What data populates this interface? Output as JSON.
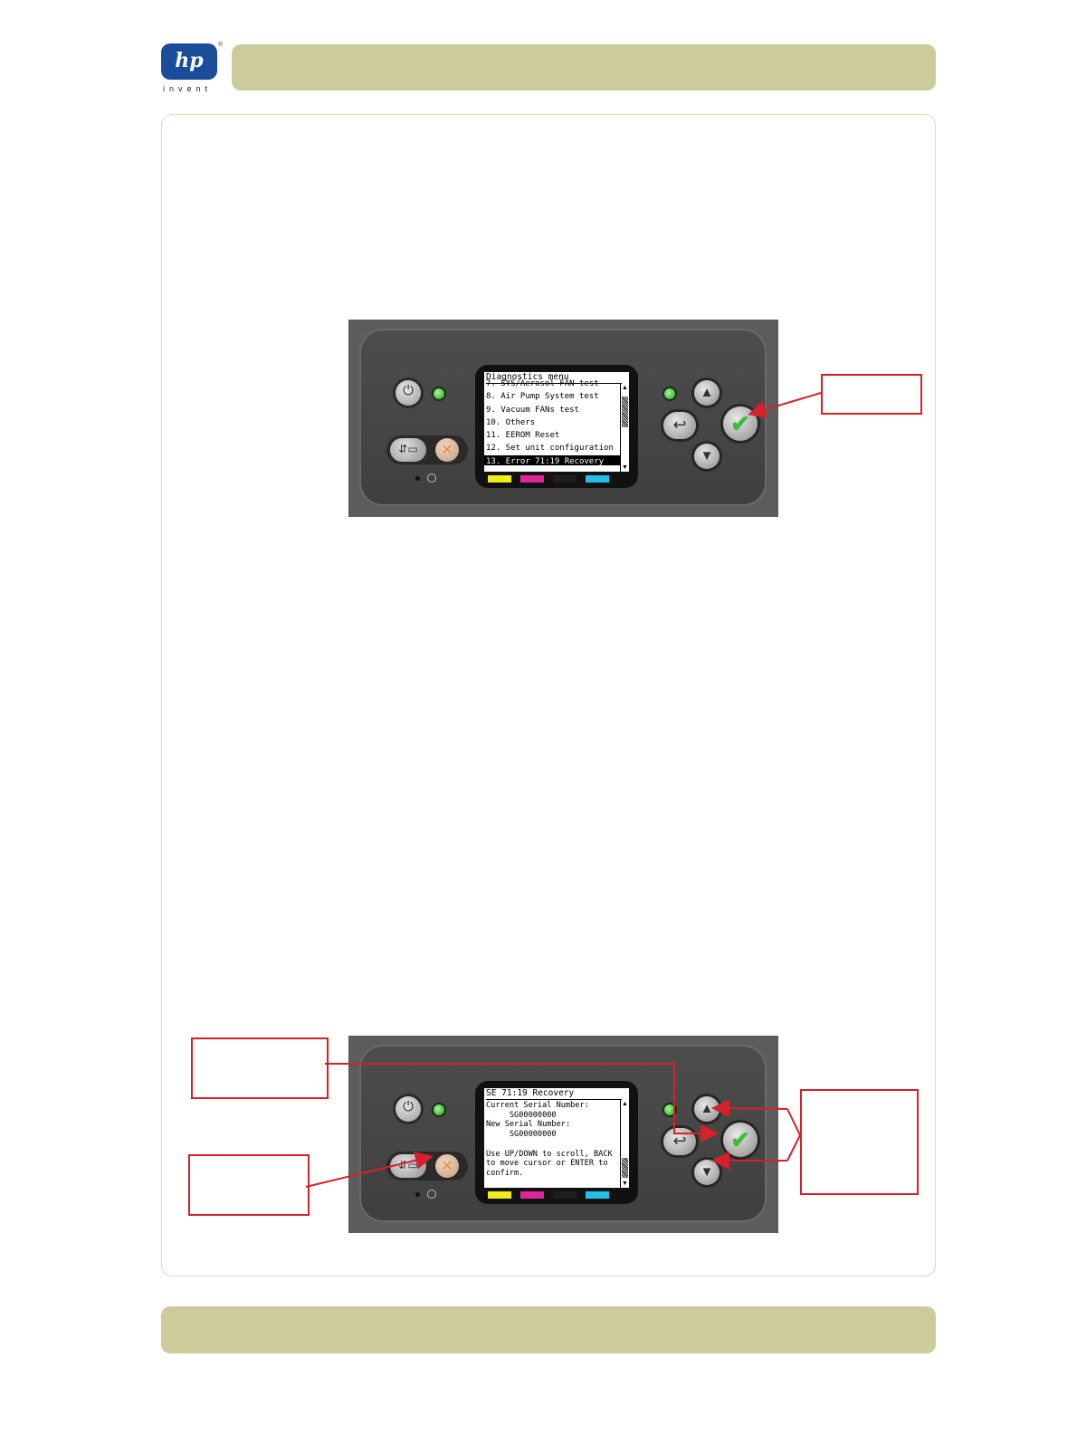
{
  "logo": {
    "mark": "hp",
    "tagline": "invent",
    "registered": "®"
  },
  "panel1": {
    "screen_title": "Diagnostics menu",
    "items": [
      "7. SYS/Aerosol FAN test",
      "8. Air Pump System test",
      "9. Vacuum FANs test",
      "10. Others",
      "11. EEROM Reset",
      "12. Set unit configuration",
      "13. Error 71:19 Recovery"
    ],
    "selected_index": 6
  },
  "panel2": {
    "screen_title": "SE 71:19 Recovery",
    "body": "Current Serial Number:\n     SG00000000\nNew Serial Number:\n     SG00000000\n\nUse UP/DOWN to scroll, BACK\nto move cursor or ENTER to\nconfirm."
  },
  "ink_colors": [
    "#f2ec18",
    "#e0249a",
    "#1e1e1e",
    "#22c0e8"
  ],
  "accent_color": "#d6202a",
  "header_color": "#cdcb9c",
  "icons": {
    "power": "power-icon",
    "form_feed": "form-feed-icon",
    "cancel": "cancel-icon",
    "up": "up-arrow-icon",
    "down": "down-arrow-icon",
    "back": "back-arrow-icon",
    "ok": "ok-check-icon"
  }
}
